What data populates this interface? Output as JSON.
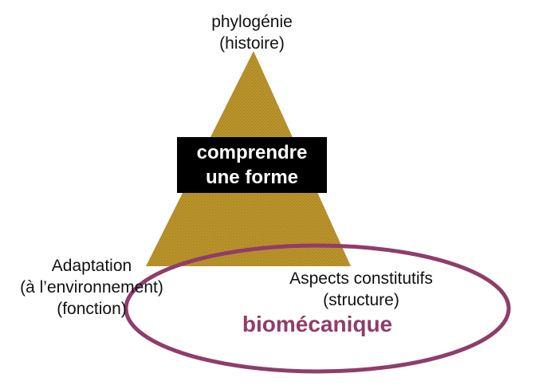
{
  "colors": {
    "pyramid_fill": "#b8922a",
    "pyramid_stipple": "#6e5410",
    "center_box": "#000000",
    "center_text": "#ffffff",
    "ellipse_stroke": "#8f3d6b",
    "ellipse_text": "#8f3d6b",
    "label_text": "#111111"
  },
  "apex": {
    "line1": "phylogénie",
    "line2": "(histoire)"
  },
  "center": {
    "line1": "comprendre",
    "line2": "une forme"
  },
  "left_corner": {
    "line1": "Adaptation",
    "line2": "(à l’environnement)",
    "line3": "(fonction)"
  },
  "right_corner": {
    "line1": "Aspects constitutifs",
    "line2": "(structure)"
  },
  "ellipse": {
    "label": "biomécanique"
  }
}
